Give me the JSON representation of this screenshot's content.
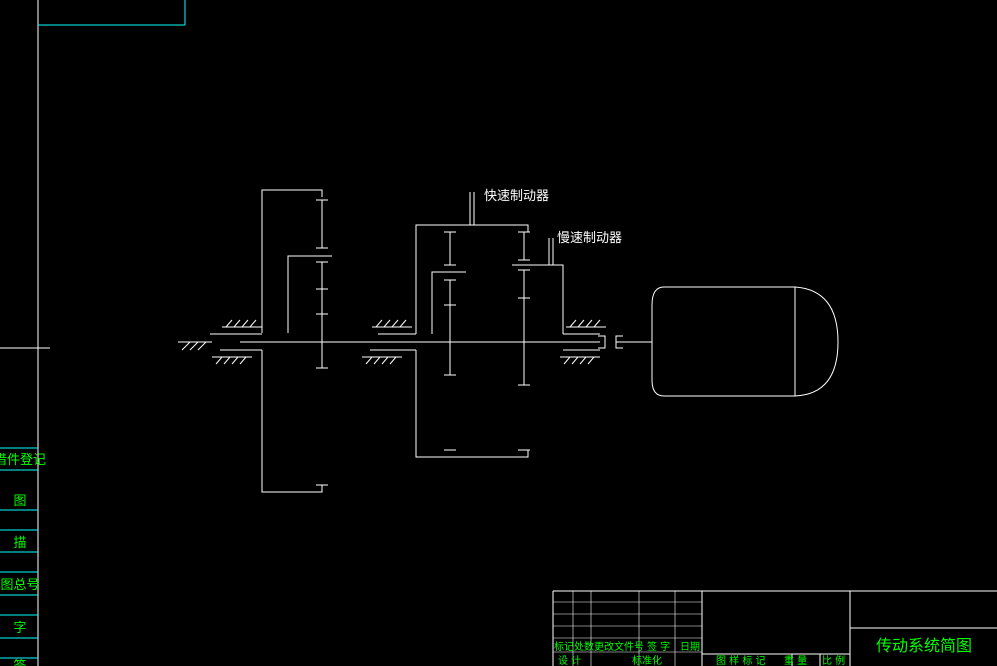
{
  "colors": {
    "background": "#000000",
    "linework": "#ffffff",
    "frame_text": "#00ff00",
    "frame_line": "#00ffff"
  },
  "diagram": {
    "annotation_fast_brake": "快速制动器",
    "annotation_slow_brake": "慢速制动器"
  },
  "side_table": {
    "rows": [
      "借件登记",
      "图",
      "描",
      "图总号",
      "字",
      "签"
    ]
  },
  "title_block": {
    "left_headers": [
      "标记",
      "处数",
      "更改文件号",
      "签 字",
      "日期"
    ],
    "left_row2": [
      "设 计",
      "标准化"
    ],
    "mid_headers": [
      "图 样 标 记",
      "重 量",
      "比 例"
    ],
    "drawing_title": "传动系统简图"
  }
}
